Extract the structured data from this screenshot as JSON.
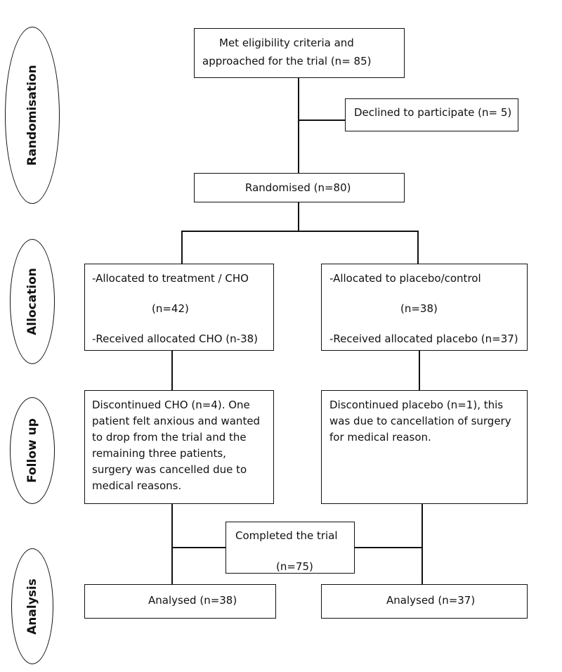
{
  "stages": {
    "randomisation": "Randomisation",
    "allocation": "Allocation",
    "follow_up": "Follow up",
    "analysis": "Analysis"
  },
  "boxes": {
    "eligibility_line1": "Met eligibility criteria and",
    "eligibility_line2": "approached for the trial (n= 85)",
    "declined": "Declined to participate (n= 5)",
    "randomised": "Randomised (n=80)",
    "treatment_line1": "-Allocated to treatment / CHO",
    "treatment_line2": "(n=42)",
    "treatment_line3": "-Received allocated CHO (n-38)",
    "placebo_line1": "-Allocated to placebo/control",
    "placebo_line2": "(n=38)",
    "placebo_line3": "-Received allocated placebo (n=37)",
    "discontinued_cho": "Discontinued CHO (n=4). One patient felt anxious and wanted to drop from the trial and the remaining three patients, surgery was cancelled due to medical reasons.",
    "discontinued_placebo": "Discontinued placebo (n=1), this was due to cancellation of surgery for medical reason.",
    "completed_line1": "Completed the trial",
    "completed_line2": "(n=75)",
    "analysed_cho": "Analysed (n=38)",
    "analysed_placebo": "Analysed (n=37)"
  }
}
